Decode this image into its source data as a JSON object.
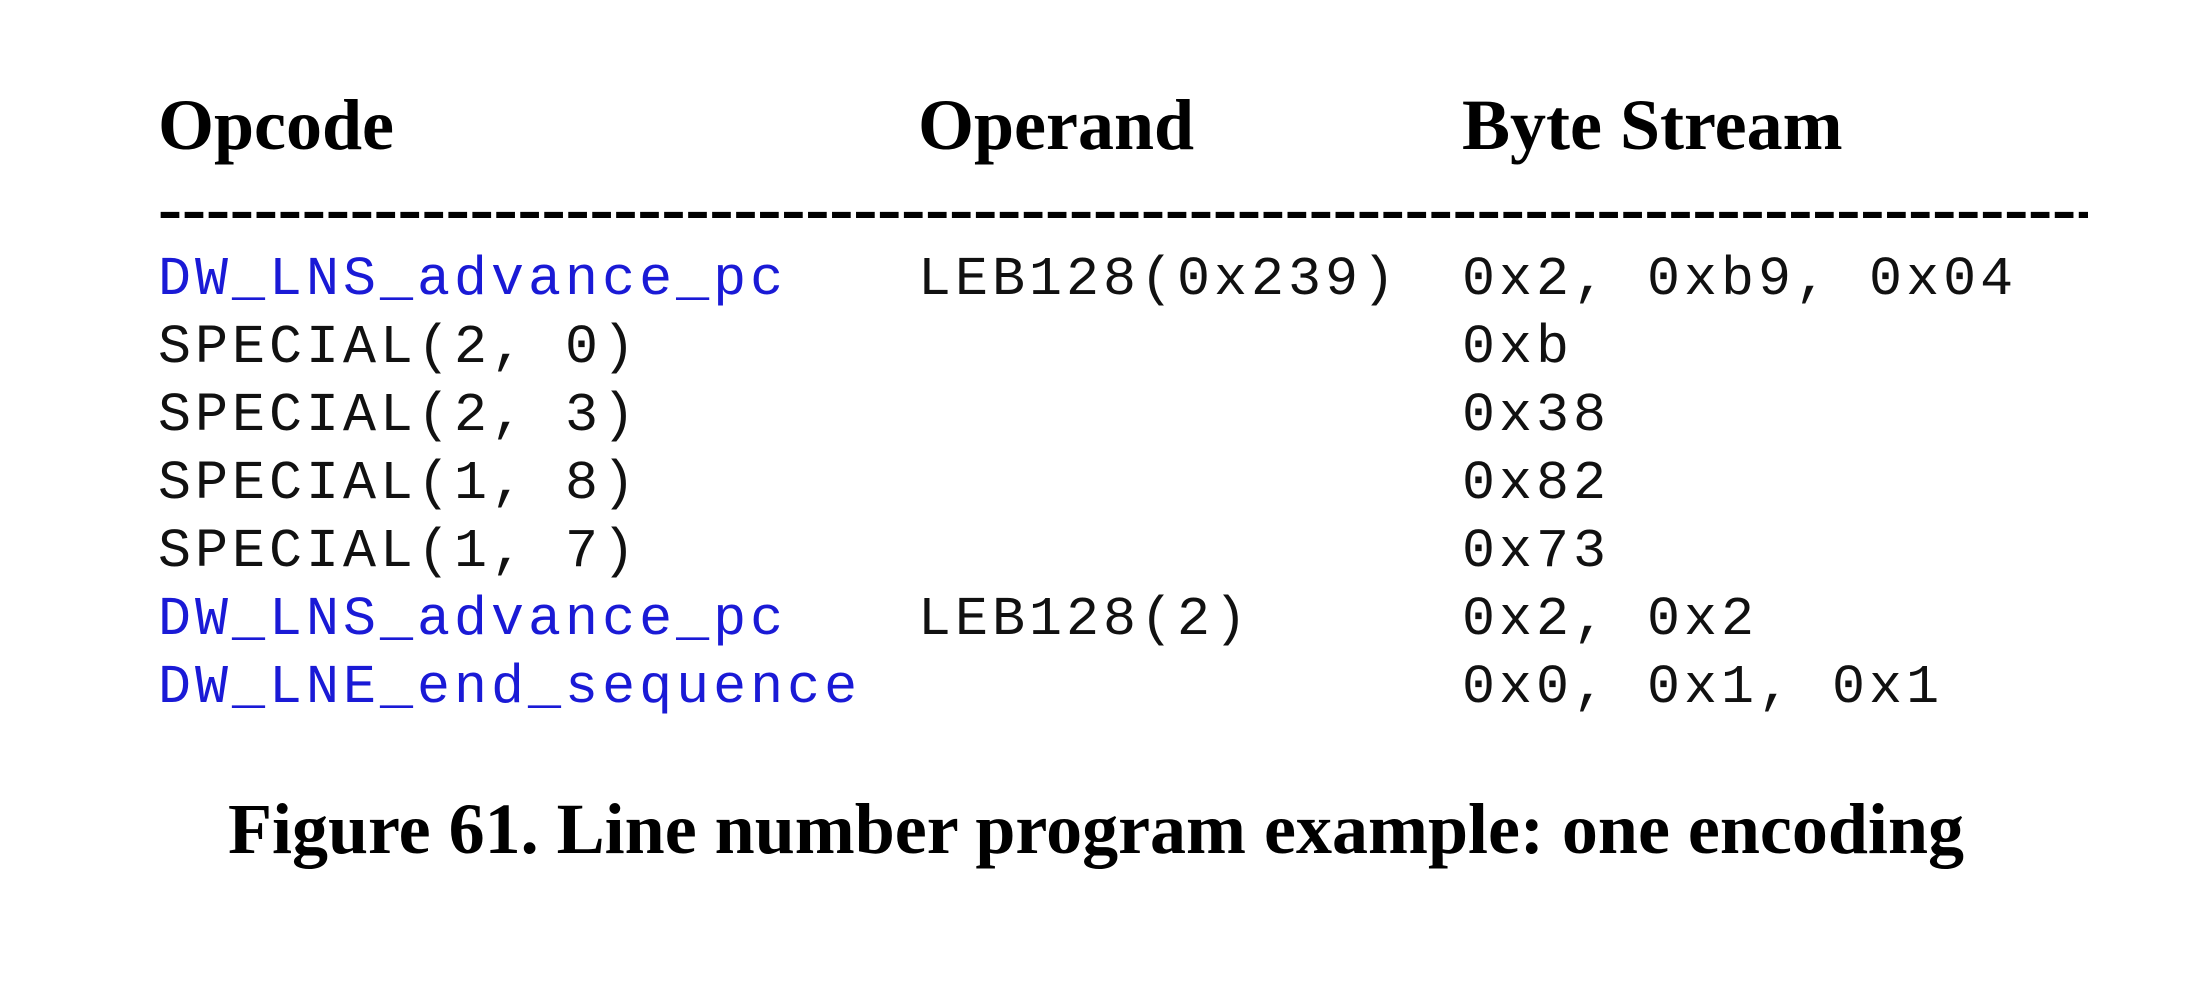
{
  "table": {
    "headers": {
      "opcode": "Opcode",
      "operand": "Operand",
      "bytes": "Byte Stream"
    },
    "rule": "----------------------------------------------------------------------------------------------------------------",
    "rows": [
      {
        "opcode": "DW_LNS_advance_pc",
        "opcode_is_link": true,
        "operand": "LEB128(0x239)",
        "bytes": "0x2, 0xb9, 0x04"
      },
      {
        "opcode": "SPECIAL(2, 0)",
        "opcode_is_link": false,
        "operand": "",
        "bytes": "0xb"
      },
      {
        "opcode": "SPECIAL(2, 3)",
        "opcode_is_link": false,
        "operand": "",
        "bytes": "0x38"
      },
      {
        "opcode": "SPECIAL(1, 8)",
        "opcode_is_link": false,
        "operand": "",
        "bytes": "0x82"
      },
      {
        "opcode": "SPECIAL(1, 7)",
        "opcode_is_link": false,
        "operand": "",
        "bytes": "0x73"
      },
      {
        "opcode": "DW_LNS_advance_pc",
        "opcode_is_link": true,
        "operand": "LEB128(2)",
        "bytes": "0x2, 0x2"
      },
      {
        "opcode": "DW_LNE_end_sequence",
        "opcode_is_link": true,
        "operand": "",
        "bytes": "0x0, 0x1, 0x1"
      }
    ]
  },
  "caption": "Figure 61. Line number program example: one encoding",
  "colors": {
    "link": "#1a1ad6",
    "text": "#111111",
    "background": "#ffffff"
  }
}
